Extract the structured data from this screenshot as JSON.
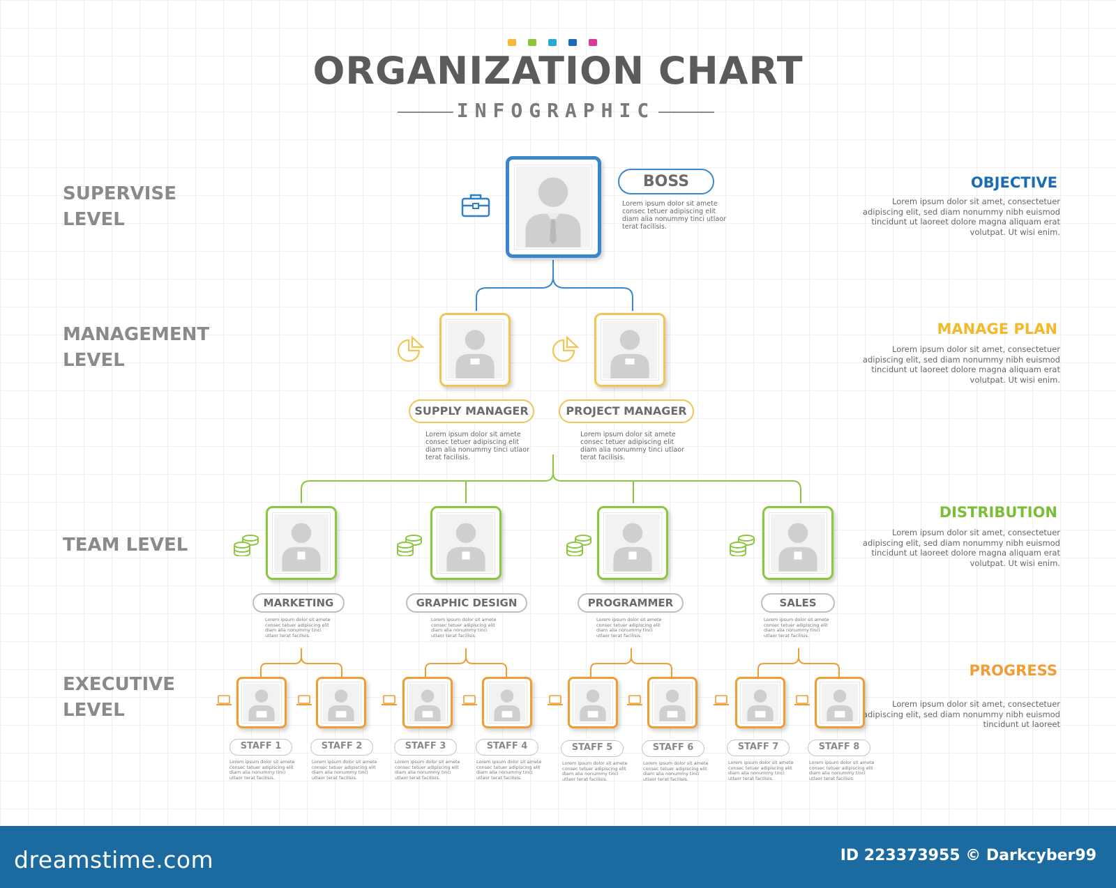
{
  "header": {
    "title": "ORGANIZATION CHART",
    "subtitle": "INFOGRAPHIC",
    "dot_colors": [
      "#f6b73c",
      "#8cc63f",
      "#2aa9d9",
      "#1b6bb4",
      "#d63a9a"
    ]
  },
  "colors": {
    "supervise": "#3a86cc",
    "management": "#f2c451",
    "team": "#8cc63f",
    "executive": "#ef9d35",
    "text_gray": "#6b6b6b"
  },
  "levels": [
    {
      "label": "SUPERVISE\nLEVEL"
    },
    {
      "label": "MANAGEMENT\nLEVEL"
    },
    {
      "label": "TEAM LEVEL"
    },
    {
      "label": "EXECUTIVE\nLEVEL"
    }
  ],
  "side": [
    {
      "title": "OBJECTIVE",
      "desc": "Lorem ipsum dolor sit amet, consectetuer adipiscing elit, sed diam nonummy nibh euismod tincidunt ut laoreet dolore magna aliquam erat volutpat. Ut wisi enim."
    },
    {
      "title": "MANAGE PLAN",
      "desc": "Lorem ipsum dolor sit amet, consectetuer adipiscing elit, sed diam nonummy nibh euismod tincidunt ut laoreet dolore magna aliquam erat volutpat. Ut wisi enim."
    },
    {
      "title": "DISTRIBUTION",
      "desc": "Lorem ipsum dolor sit amet, consectetuer adipiscing elit, sed diam nonummy nibh euismod tincidunt ut laoreet dolore magna aliquam erat volutpat. Ut wisi enim."
    },
    {
      "title": "PROGRESS",
      "desc": "Lorem ipsum dolor sit amet, consectetuer adipiscing elit, sed diam nonummy nibh euismod tincidunt ut laoreet"
    }
  ],
  "boss": {
    "label": "BOSS",
    "desc": "Lorem ipsum dolor sit amete consec tetuer adipiscing elit diam alia nonummy tinci utlaor terat facilisis.",
    "icon": "briefcase-icon"
  },
  "managers": [
    {
      "label": "SUPPLY MANAGER",
      "desc": "Lorem ipsum dolor sit amete consec tetuer adipiscing elit diam alia nonummy tinci utlaor terat facilisis.",
      "icon": "pie-chart-icon"
    },
    {
      "label": "PROJECT MANAGER",
      "desc": "Lorem ipsum dolor sit amete consec tetuer adipiscing elit diam alia nonummy tinci utlaor terat facilisis.",
      "icon": "pie-chart-icon"
    }
  ],
  "teams": [
    {
      "label": "MARKETING",
      "desc": "Lorem ipsum dolor sit amete consec tetuer adipiscing elit diam alia nonummy tinci utlaor terat facilisis.",
      "icon": "coins-icon"
    },
    {
      "label": "GRAPHIC DESIGN",
      "desc": "Lorem ipsum dolor sit amete consec tetuer adipiscing elit diam alia nonummy tinci utlaor terat facilisis.",
      "icon": "coins-icon"
    },
    {
      "label": "PROGRAMMER",
      "desc": "Lorem ipsum dolor sit amete consec tetuer adipiscing elit diam alia nonummy tinci utlaor terat facilisis.",
      "icon": "coins-icon"
    },
    {
      "label": "SALES",
      "desc": "Lorem ipsum dolor sit amete consec tetuer adipiscing elit diam alia nonummy tinci utlaor terat facilisis.",
      "icon": "coins-icon"
    }
  ],
  "staff": [
    {
      "label": "STAFF 1",
      "desc": "Lorem ipsum dolor sit amete consec tetuer adipiscing elit diam alia nonummy tinci utlaor terat facilisis."
    },
    {
      "label": "STAFF 2",
      "desc": "Lorem ipsum dolor sit amete consec tetuer adipiscing elit diam alia nonummy tinci utlaor terat facilisis."
    },
    {
      "label": "STAFF 3",
      "desc": "Lorem ipsum dolor sit amete consec tetuer adipiscing elit diam alia nonummy tinci utlaor terat facilisis."
    },
    {
      "label": "STAFF 4",
      "desc": "Lorem ipsum dolor sit amete consec tetuer adipiscing elit diam alia nonummy tinci utlaor terat facilisis."
    },
    {
      "label": "STAFF 5",
      "desc": "Lorem ipsum dolor sit amete consec tetuer adipiscing elit diam alia nonummy tinci utlaor terat facilisis."
    },
    {
      "label": "STAFF 6",
      "desc": "Lorem ipsum dolor sit amete consec tetuer adipiscing elit diam alia nonummy tinci utlaor terat facilisis."
    },
    {
      "label": "STAFF 7",
      "desc": "Lorem ipsum dolor sit amete consec tetuer adipiscing elit diam alia nonummy tinci utlaor terat facilisis."
    },
    {
      "label": "STAFF 8",
      "desc": "Lorem ipsum dolor sit amete consec tetuer adipiscing elit diam alia nonummy tinci utlaor terat facilisis."
    }
  ],
  "footer": {
    "brand": "dreamstime.com",
    "credit": "ID 223373955 © Darkcyber99",
    "background": "#1b6aa0"
  }
}
